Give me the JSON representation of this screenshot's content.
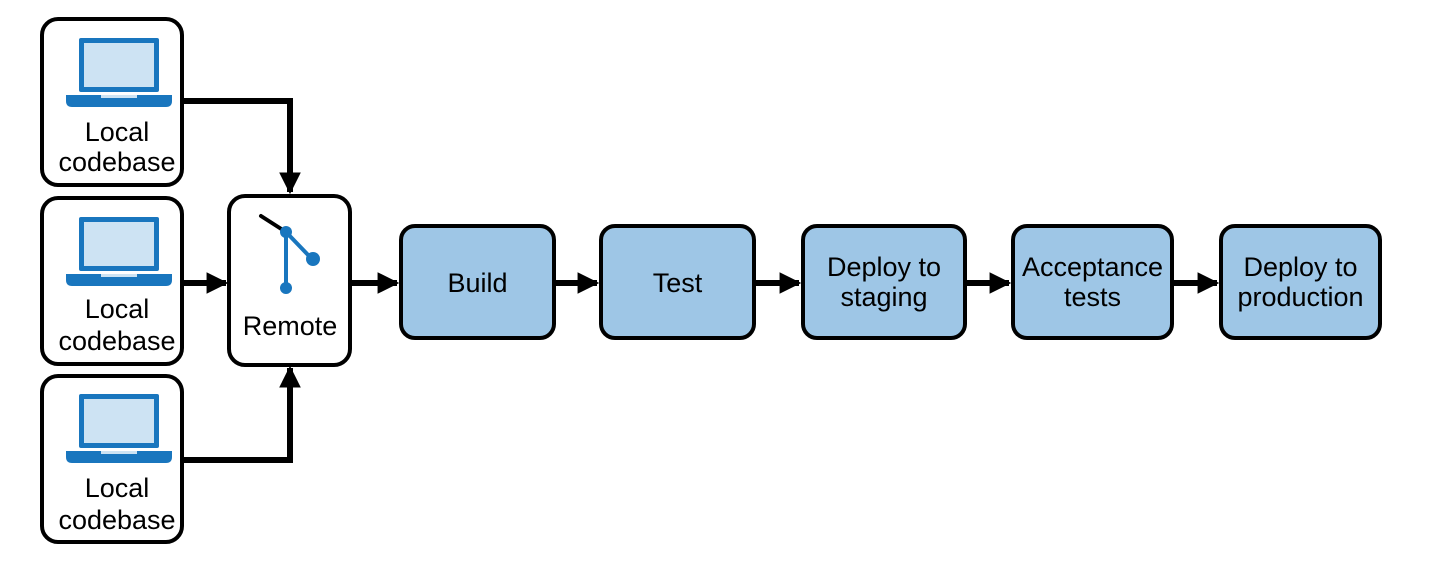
{
  "colors": {
    "stage_fill": "#9ec6e6",
    "white_fill": "#ffffff",
    "stroke": "#000000",
    "laptop_screen": "#cde3f3",
    "laptop_blue": "#1976be",
    "git_icon_blue": "#1976be"
  },
  "sources": [
    {
      "label_line1": "Local",
      "label_line2": "codebase",
      "icon": "laptop-icon"
    },
    {
      "label_line1": "Local",
      "label_line2": "codebase",
      "icon": "laptop-icon"
    },
    {
      "label_line1": "Local",
      "label_line2": "codebase",
      "icon": "laptop-icon"
    }
  ],
  "remote": {
    "label": "Remote",
    "icon": "git-branch-icon"
  },
  "stages": [
    {
      "line1": "Build",
      "line2": ""
    },
    {
      "line1": "Test",
      "line2": ""
    },
    {
      "line1": "Deploy to",
      "line2": "staging"
    },
    {
      "line1": "Acceptance",
      "line2": "tests"
    },
    {
      "line1": "Deploy to",
      "line2": "production"
    }
  ]
}
